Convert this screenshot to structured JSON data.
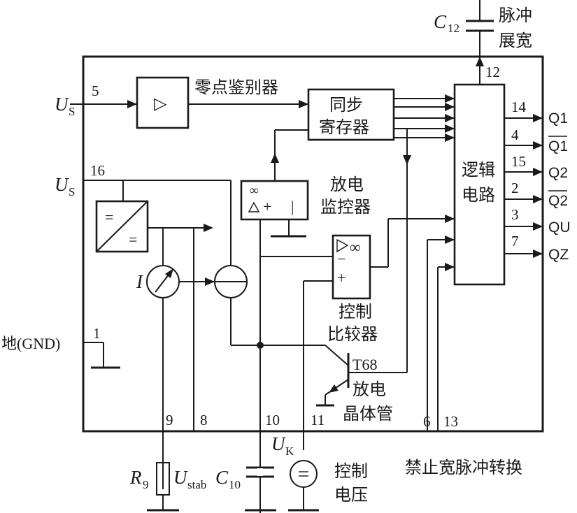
{
  "labels": {
    "c12": "C",
    "c12_sub": "12",
    "pulse_widen_1": "脉冲",
    "pulse_widen_2": "展宽",
    "zero_detector": "零点鉴别器",
    "sync_reg_1": "同步",
    "sync_reg_2": "寄存器",
    "logic_1": "逻辑",
    "logic_2": "电路",
    "discharge_mon_1": "放电",
    "discharge_mon_2": "监控器",
    "control_cmp_1": "控制",
    "control_cmp_2": "比较器",
    "transistor": "T68",
    "discharge_tr_1": "放电",
    "discharge_tr_2": "晶体管",
    "gnd": "地(GND)",
    "us_top": "U",
    "us_top_sub": "S",
    "us_mid": "U",
    "us_mid_sub": "S",
    "current_i": "I",
    "r9": "R",
    "r9_sub": "9",
    "ustab": "U",
    "ustab_sub": "stab",
    "c10": "C",
    "c10_sub": "10",
    "uk": "U",
    "uk_sub": "K",
    "ctrl_volt_1": "控制",
    "ctrl_volt_2": "电压",
    "caption": "禁止宽脉冲转换"
  },
  "pins": {
    "p5": "5",
    "p16": "16",
    "p1": "1",
    "p12": "12",
    "p14": "14",
    "p4": "4",
    "p15": "15",
    "p2": "2",
    "p3": "3",
    "p7": "7",
    "p9": "9",
    "p8": "8",
    "p10": "10",
    "p11": "11",
    "p6": "6",
    "p13": "13"
  },
  "outputs": {
    "q1": "Q1",
    "q1n": "Q1",
    "q2": "Q2",
    "q2n": "Q2",
    "qu": "QU",
    "qz": "QZ"
  },
  "symbols": {
    "buffer": "▷",
    "infinity": "∞",
    "equals": "=",
    "minus": "−",
    "plus": "+",
    "bar": "|"
  }
}
